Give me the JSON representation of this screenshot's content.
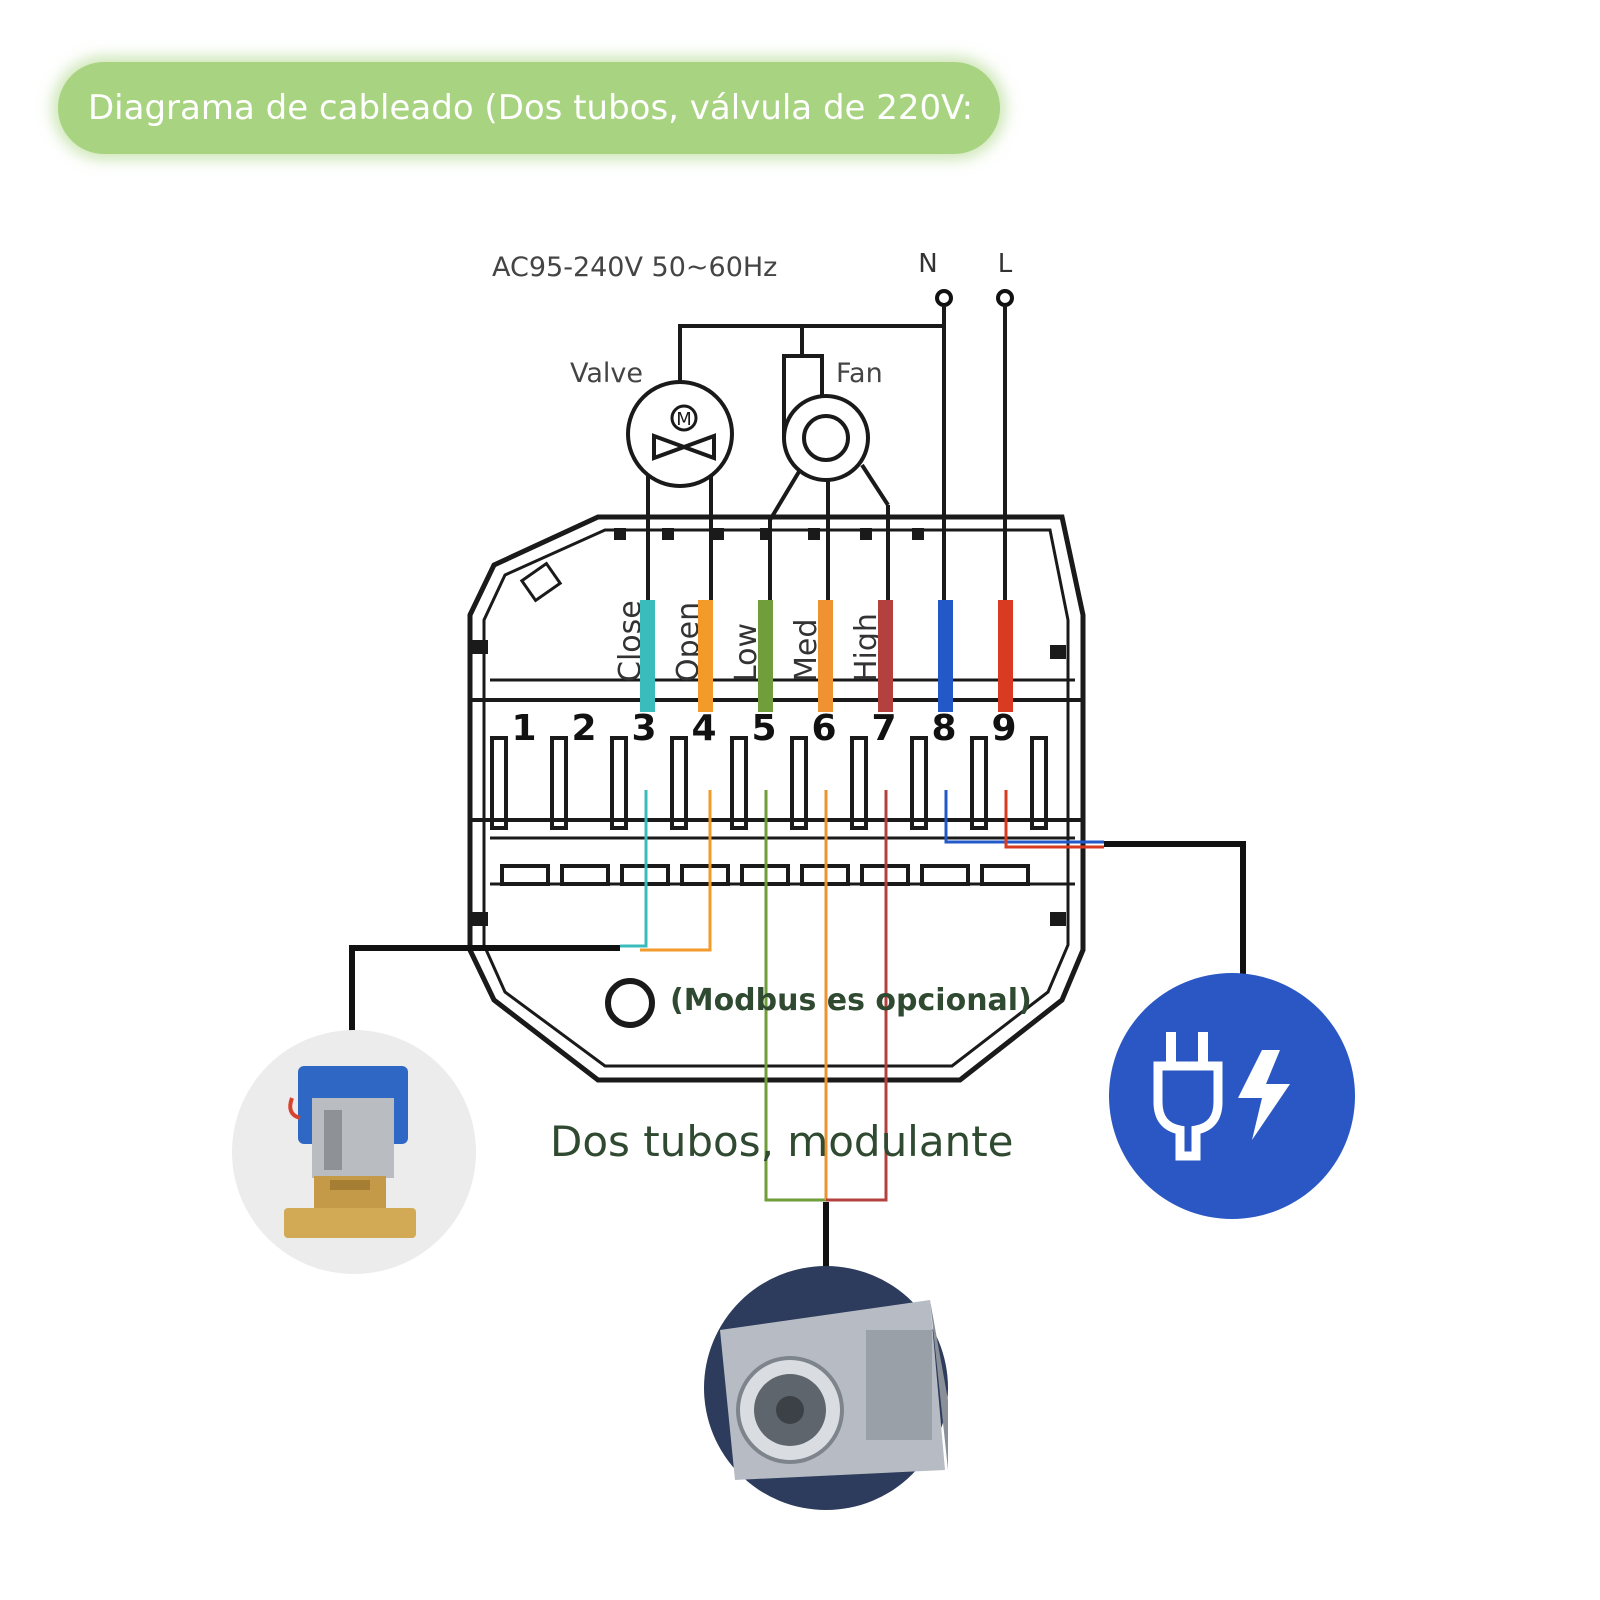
{
  "banner": {
    "title": "Diagrama de cableado (Dos tubos, válvula de 220V:"
  },
  "supply": {
    "voltage": "AC95-240V  50~60Hz",
    "neutral": "N",
    "live": "L"
  },
  "components": {
    "valve": "Valve",
    "fan": "Fan"
  },
  "terminal_labels": [
    "Close",
    "Open",
    "Low",
    "Med",
    "High"
  ],
  "terminals": [
    "1",
    "2",
    "3",
    "4",
    "5",
    "6",
    "7",
    "8",
    "9"
  ],
  "notes": {
    "modbus": "(Modbus es opcional)",
    "mode": "Dos tubos, modulante"
  },
  "colors": {
    "banner": "#a8d380",
    "close": "#3bbcbc",
    "open": "#f29a2a",
    "low": "#6f9e3a",
    "med": "#ef9232",
    "high": "#b4413d",
    "neutral": "#2358c8",
    "live": "#d83a22",
    "power_badge": "#2a57c4"
  },
  "icons": [
    "valve-motor-icon",
    "fan-icon",
    "actuator-valve-photo",
    "blower-fan-photo",
    "plug-power-icon"
  ]
}
